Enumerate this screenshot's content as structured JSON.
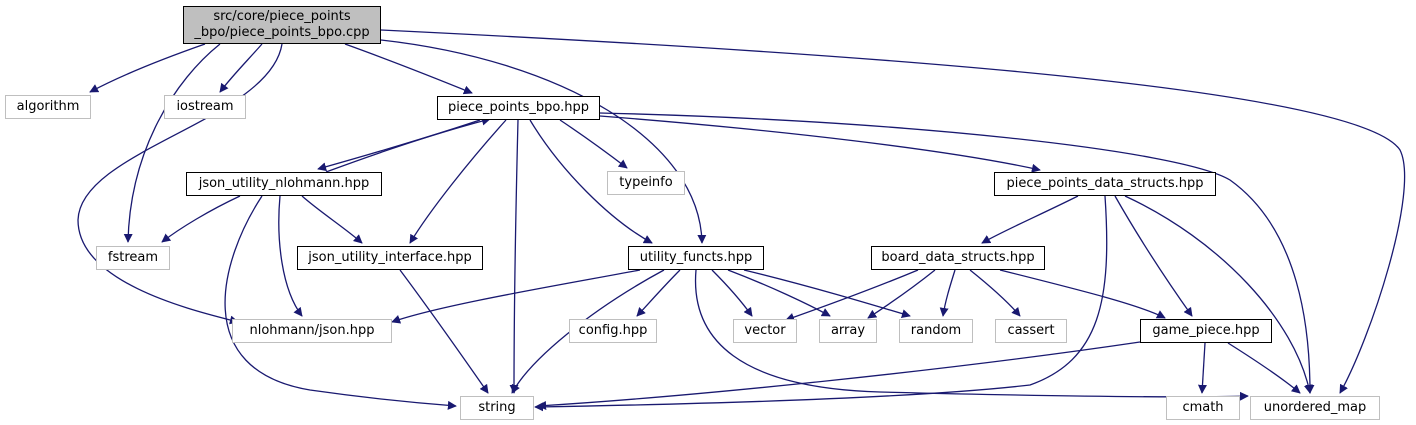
{
  "colors": {
    "edge": "#191970",
    "root_fill": "#bfbfbf",
    "local_border": "#000000",
    "system_border": "#bfbfbf"
  },
  "nodes": {
    "root": {
      "line1": "src/core/piece_points",
      "line2": "_bpo/piece_points_bpo.cpp"
    },
    "algorithm": "algorithm",
    "iostream": "iostream",
    "piece_points_bpo_hpp": "piece_points_bpo.hpp",
    "json_utility_nlohmann": "json_utility_nlohmann.hpp",
    "typeinfo": "typeinfo",
    "piece_points_data_structs": "piece_points_data_structs.hpp",
    "fstream": "fstream",
    "json_utility_interface": "json_utility_interface.hpp",
    "utility_functs": "utility_functs.hpp",
    "board_data_structs": "board_data_structs.hpp",
    "nlohmann_json": "nlohmann/json.hpp",
    "config": "config.hpp",
    "vector": "vector",
    "array": "array",
    "random": "random",
    "cassert": "cassert",
    "game_piece": "game_piece.hpp",
    "string": "string",
    "cmath": "cmath",
    "unordered_map": "unordered_map"
  }
}
